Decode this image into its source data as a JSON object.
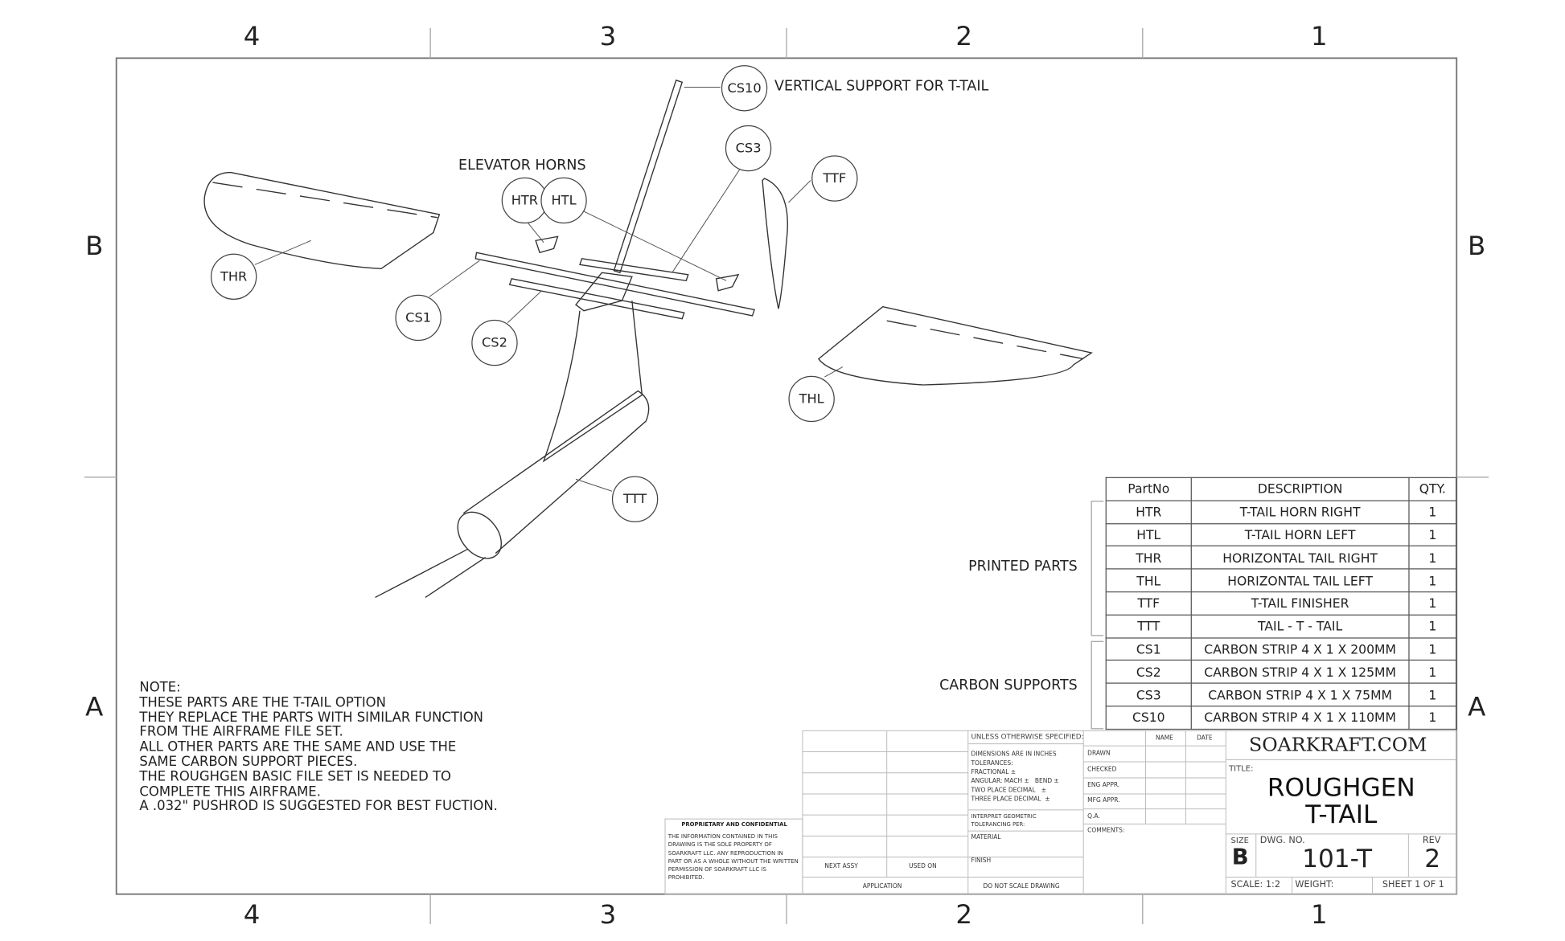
{
  "zones": {
    "columns": [
      "4",
      "3",
      "2",
      "1"
    ],
    "rows": [
      "B",
      "A"
    ]
  },
  "callouts": [
    {
      "id": "CS10",
      "text": "VERTICAL SUPPORT FOR T-TAIL"
    },
    {
      "id": "CS3"
    },
    {
      "id": "TTF"
    },
    {
      "id": "HTR"
    },
    {
      "id": "HTL"
    },
    {
      "id": "THR"
    },
    {
      "id": "CS1"
    },
    {
      "id": "CS2"
    },
    {
      "id": "THL"
    },
    {
      "id": "TTT"
    }
  ],
  "elevator_horns_label": "ELEVATOR HORNS",
  "bom": {
    "headers": [
      "PartNo",
      "DESCRIPTION",
      "QTY."
    ],
    "rows": [
      [
        "HTR",
        "T-TAIL HORN RIGHT",
        "1"
      ],
      [
        "HTL",
        "T-TAIL HORN LEFT",
        "1"
      ],
      [
        "THR",
        "HORIZONTAL TAIL RIGHT",
        "1"
      ],
      [
        "THL",
        "HORIZONTAL TAIL LEFT",
        "1"
      ],
      [
        "TTF",
        "T-TAIL FINISHER",
        "1"
      ],
      [
        "TTT",
        "TAIL - T - TAIL",
        "1"
      ],
      [
        "CS1",
        "CARBON STRIP 4 X 1 X 200MM",
        "1"
      ],
      [
        "CS2",
        "CARBON STRIP 4 X 1 X 125MM",
        "1"
      ],
      [
        "CS3",
        "CARBON STRIP 4 X 1 X 75MM",
        "1"
      ],
      [
        "CS10",
        "CARBON STRIP 4 X 1 X 110MM",
        "1"
      ]
    ],
    "groups": [
      "PRINTED PARTS",
      "CARBON SUPPORTS"
    ]
  },
  "note": "NOTE:\nTHESE PARTS ARE THE T-TAIL OPTION\nTHEY REPLACE THE PARTS WITH SIMILAR FUNCTION\nFROM THE AIRFRAME FILE SET.\nALL OTHER PARTS ARE THE SAME AND USE THE\nSAME CARBON SUPPORT PIECES.\nTHE ROUGHGEN BASIC FILE SET IS NEEDED TO\nCOMPLETE THIS AIRFRAME.\nA .032\" PUSHROD IS SUGGESTED FOR BEST FUCTION.",
  "title_block": {
    "proprietary_title": "PROPRIETARY AND CONFIDENTIAL",
    "proprietary_text": "THE INFORMATION CONTAINED IN THIS DRAWING IS THE SOLE PROPERTY OF SOARKRAFT LLC. ANY REPRODUCTION IN PART OR AS A WHOLE WITHOUT THE WRITTEN PERMISSION OF SOARKRAFT LLC IS PROHIBITED.",
    "next_assy": "NEXT ASSY",
    "used_on": "USED ON",
    "application": "APPLICATION",
    "unless": "UNLESS OTHERWISE SPECIFIED:",
    "dims": "DIMENSIONS ARE IN INCHES",
    "tolerances": "TOLERANCES:",
    "fractional": "FRACTIONAL ±",
    "angular": "ANGULAR: MACH ±   BEND ±",
    "two_place": "TWO PLACE DECIMAL   ±",
    "three_place": "THREE PLACE DECIMAL  ±",
    "interpret": "INTERPRET GEOMETRIC",
    "tolerancing": "TOLERANCING PER:",
    "material": "MATERIAL",
    "finish": "FINISH",
    "no_scale": "DO NOT SCALE DRAWING",
    "name": "NAME",
    "date": "DATE",
    "drawn": "DRAWN",
    "checked": "CHECKED",
    "eng": "ENG APPR.",
    "mfg": "MFG APPR.",
    "qa": "Q.A.",
    "comments": "COMMENTS:",
    "company": "SOARKRAFT.COM",
    "title_label": "TITLE:",
    "title1": "ROUGHGEN",
    "title2": "T-TAIL",
    "size_label": "SIZE",
    "size": "B",
    "dwg_label": "DWG. NO.",
    "dwg": "101-T",
    "rev_label": "REV",
    "rev": "2",
    "scale": "SCALE: 1:2",
    "weight": "WEIGHT:",
    "sheet": "SHEET 1 OF 1"
  }
}
